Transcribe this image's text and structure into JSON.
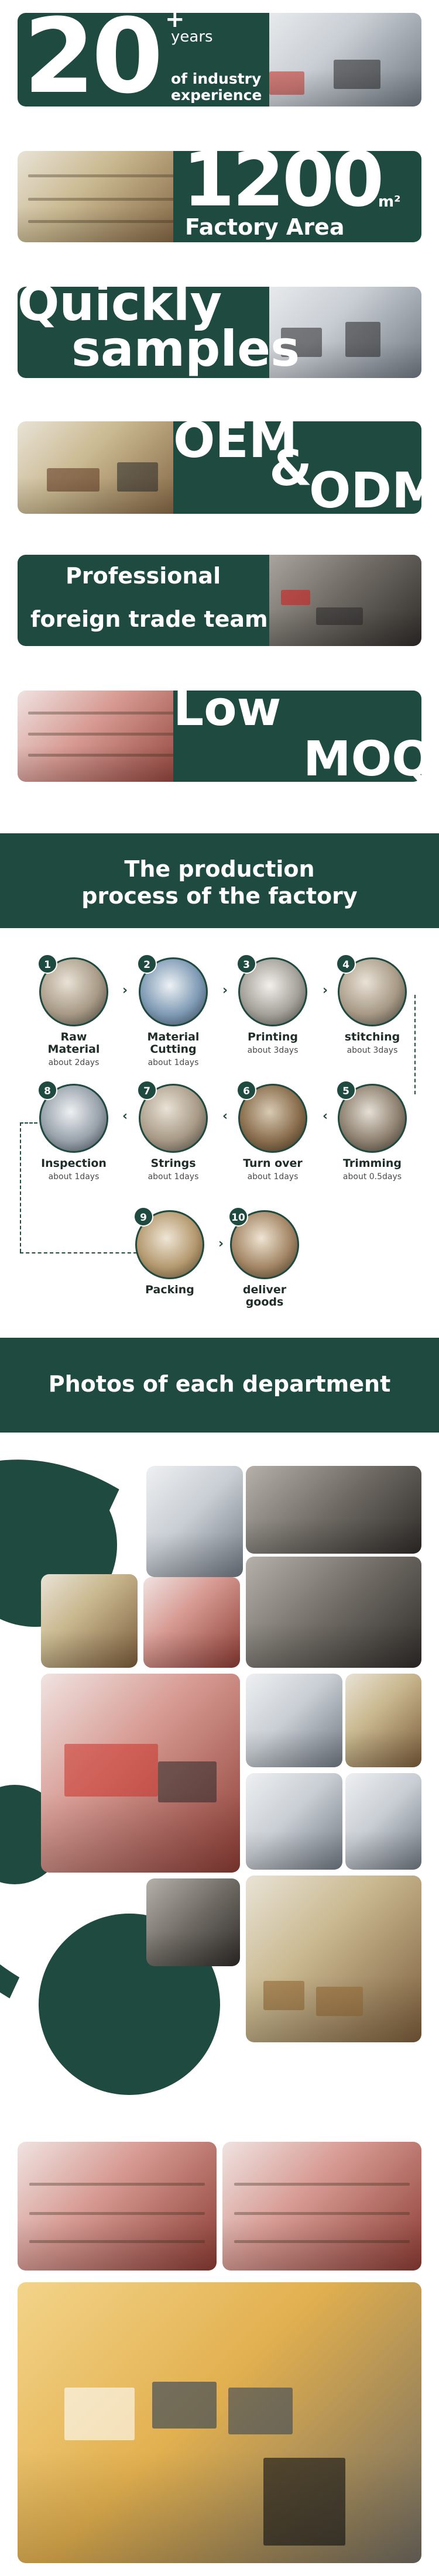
{
  "banners": {
    "years": {
      "big": "20",
      "plus": "+",
      "line1": "years",
      "line2": "of industry",
      "line3": "experience"
    },
    "factory": {
      "big": "1200",
      "unit": "m²",
      "caption": "Factory Area"
    },
    "samples": {
      "line1": "Quickly",
      "line2": "samples"
    },
    "oem": {
      "line1": "OEM",
      "amp": "&",
      "line2": "ODM"
    },
    "trade": {
      "line1": "Professional",
      "line2": "foreign trade team"
    },
    "moq": {
      "line1": "Low",
      "line2": "MOQ"
    }
  },
  "process": {
    "title_line1": "The production",
    "title_line2": "process of the factory",
    "steps": [
      {
        "num": "1",
        "title": "Raw Material",
        "sub": "about 2days",
        "icon": "raw-material-photo"
      },
      {
        "num": "2",
        "title": "Material Cutting",
        "sub": "about 1days",
        "icon": "cutting-photo"
      },
      {
        "num": "3",
        "title": "Printing",
        "sub": "about 3days",
        "icon": "printing-photo"
      },
      {
        "num": "4",
        "title": "stitching",
        "sub": "about 3days",
        "icon": "stitching-photo"
      },
      {
        "num": "5",
        "title": "Trimming",
        "sub": "about 0.5days",
        "icon": "trimming-photo"
      },
      {
        "num": "6",
        "title": "Turn over",
        "sub": "about 1days",
        "icon": "turn-over-photo"
      },
      {
        "num": "7",
        "title": "Strings",
        "sub": "about 1days",
        "icon": "strings-photo"
      },
      {
        "num": "8",
        "title": "Inspection",
        "sub": "about 1days",
        "icon": "inspection-photo"
      },
      {
        "num": "9",
        "title": "Packing",
        "sub": "",
        "icon": "packing-photo"
      },
      {
        "num": "10",
        "title": "deliver goods",
        "sub": "",
        "icon": "deliver-photo"
      }
    ]
  },
  "departments": {
    "title": "Photos of each department"
  },
  "colors": {
    "brand_green": "#1f4a40",
    "white": "#ffffff"
  }
}
